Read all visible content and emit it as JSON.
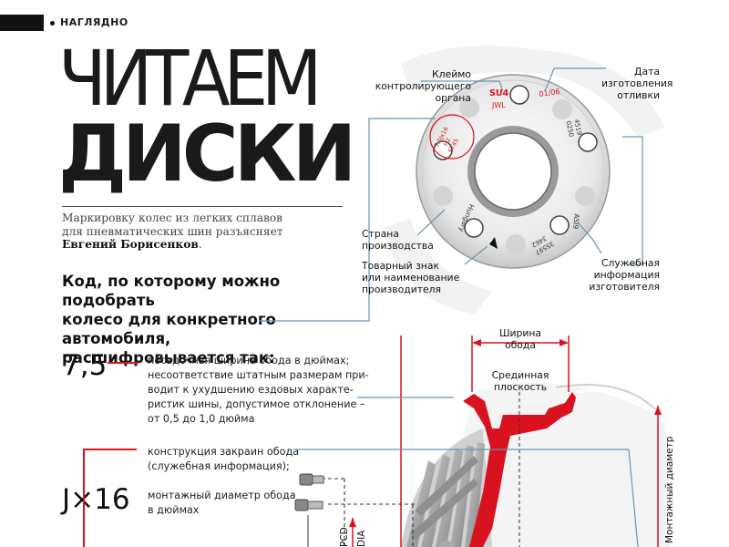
{
  "header": {
    "section": "НАГЛЯДНО"
  },
  "title": {
    "line1": "ЧИТАЕМ",
    "line2": "ДИСКИ"
  },
  "lead": {
    "line1": "Маркировку колес из легких сплавов",
    "line2": "для пневматических шин разъясняет",
    "author": "Евгений Борисенков",
    "end": "."
  },
  "code_heading": {
    "line1": "Код, по которому можно подобрать",
    "line2": "колесо для конкретного автомобиля,",
    "line3": "расшифровывается так:"
  },
  "entries": [
    {
      "value": "7,5",
      "lines": [
        "посадочная ширина обода в дюймах;",
        "несоответствие штатным размерам при-",
        "водит к ухудшению ездовых характе-",
        "ристик шины, допустимое отклонение –",
        "от 0,5 до 1,0 дюйма"
      ]
    },
    {
      "value": "",
      "lines": [
        "конструкция закраин обода",
        "(служебная информация);"
      ]
    },
    {
      "value": "J×16",
      "lines": [
        "монтажный диаметр обода",
        "в дюймах"
      ]
    }
  ],
  "hub_labels": {
    "control_stamp": [
      "Клеймо",
      "контролирующего",
      "органа"
    ],
    "cast_date": [
      "Дата",
      "изготовления",
      "отливки"
    ],
    "country": [
      "Страна",
      "производства"
    ],
    "trademark": [
      "Товарный знак",
      "или наименование",
      "производителя"
    ],
    "service_info": [
      "Служебная",
      "информация",
      "изготовителя"
    ]
  },
  "hub_marks": {
    "su4": "SU4",
    "jwl": "JWL",
    "date": "01/06",
    "size1": "7,5Jx16",
    "size2": "H2",
    "size3": "ET45",
    "right1": "4519",
    "right2": "0250",
    "asi": "ASI9",
    "num": "35597",
    "num2": "3462",
    "hungary": "Hungary"
  },
  "section_labels": {
    "rim_width": [
      "Ширина",
      "обода"
    ],
    "mid_plane": [
      "Срединная",
      "плоскость"
    ],
    "pcd": "PCD",
    "dia": "DIA",
    "diameter": "Монтажный диаметр"
  },
  "colors": {
    "accent": "#d9121f",
    "line": "#6a96ad",
    "ink": "#111111"
  }
}
